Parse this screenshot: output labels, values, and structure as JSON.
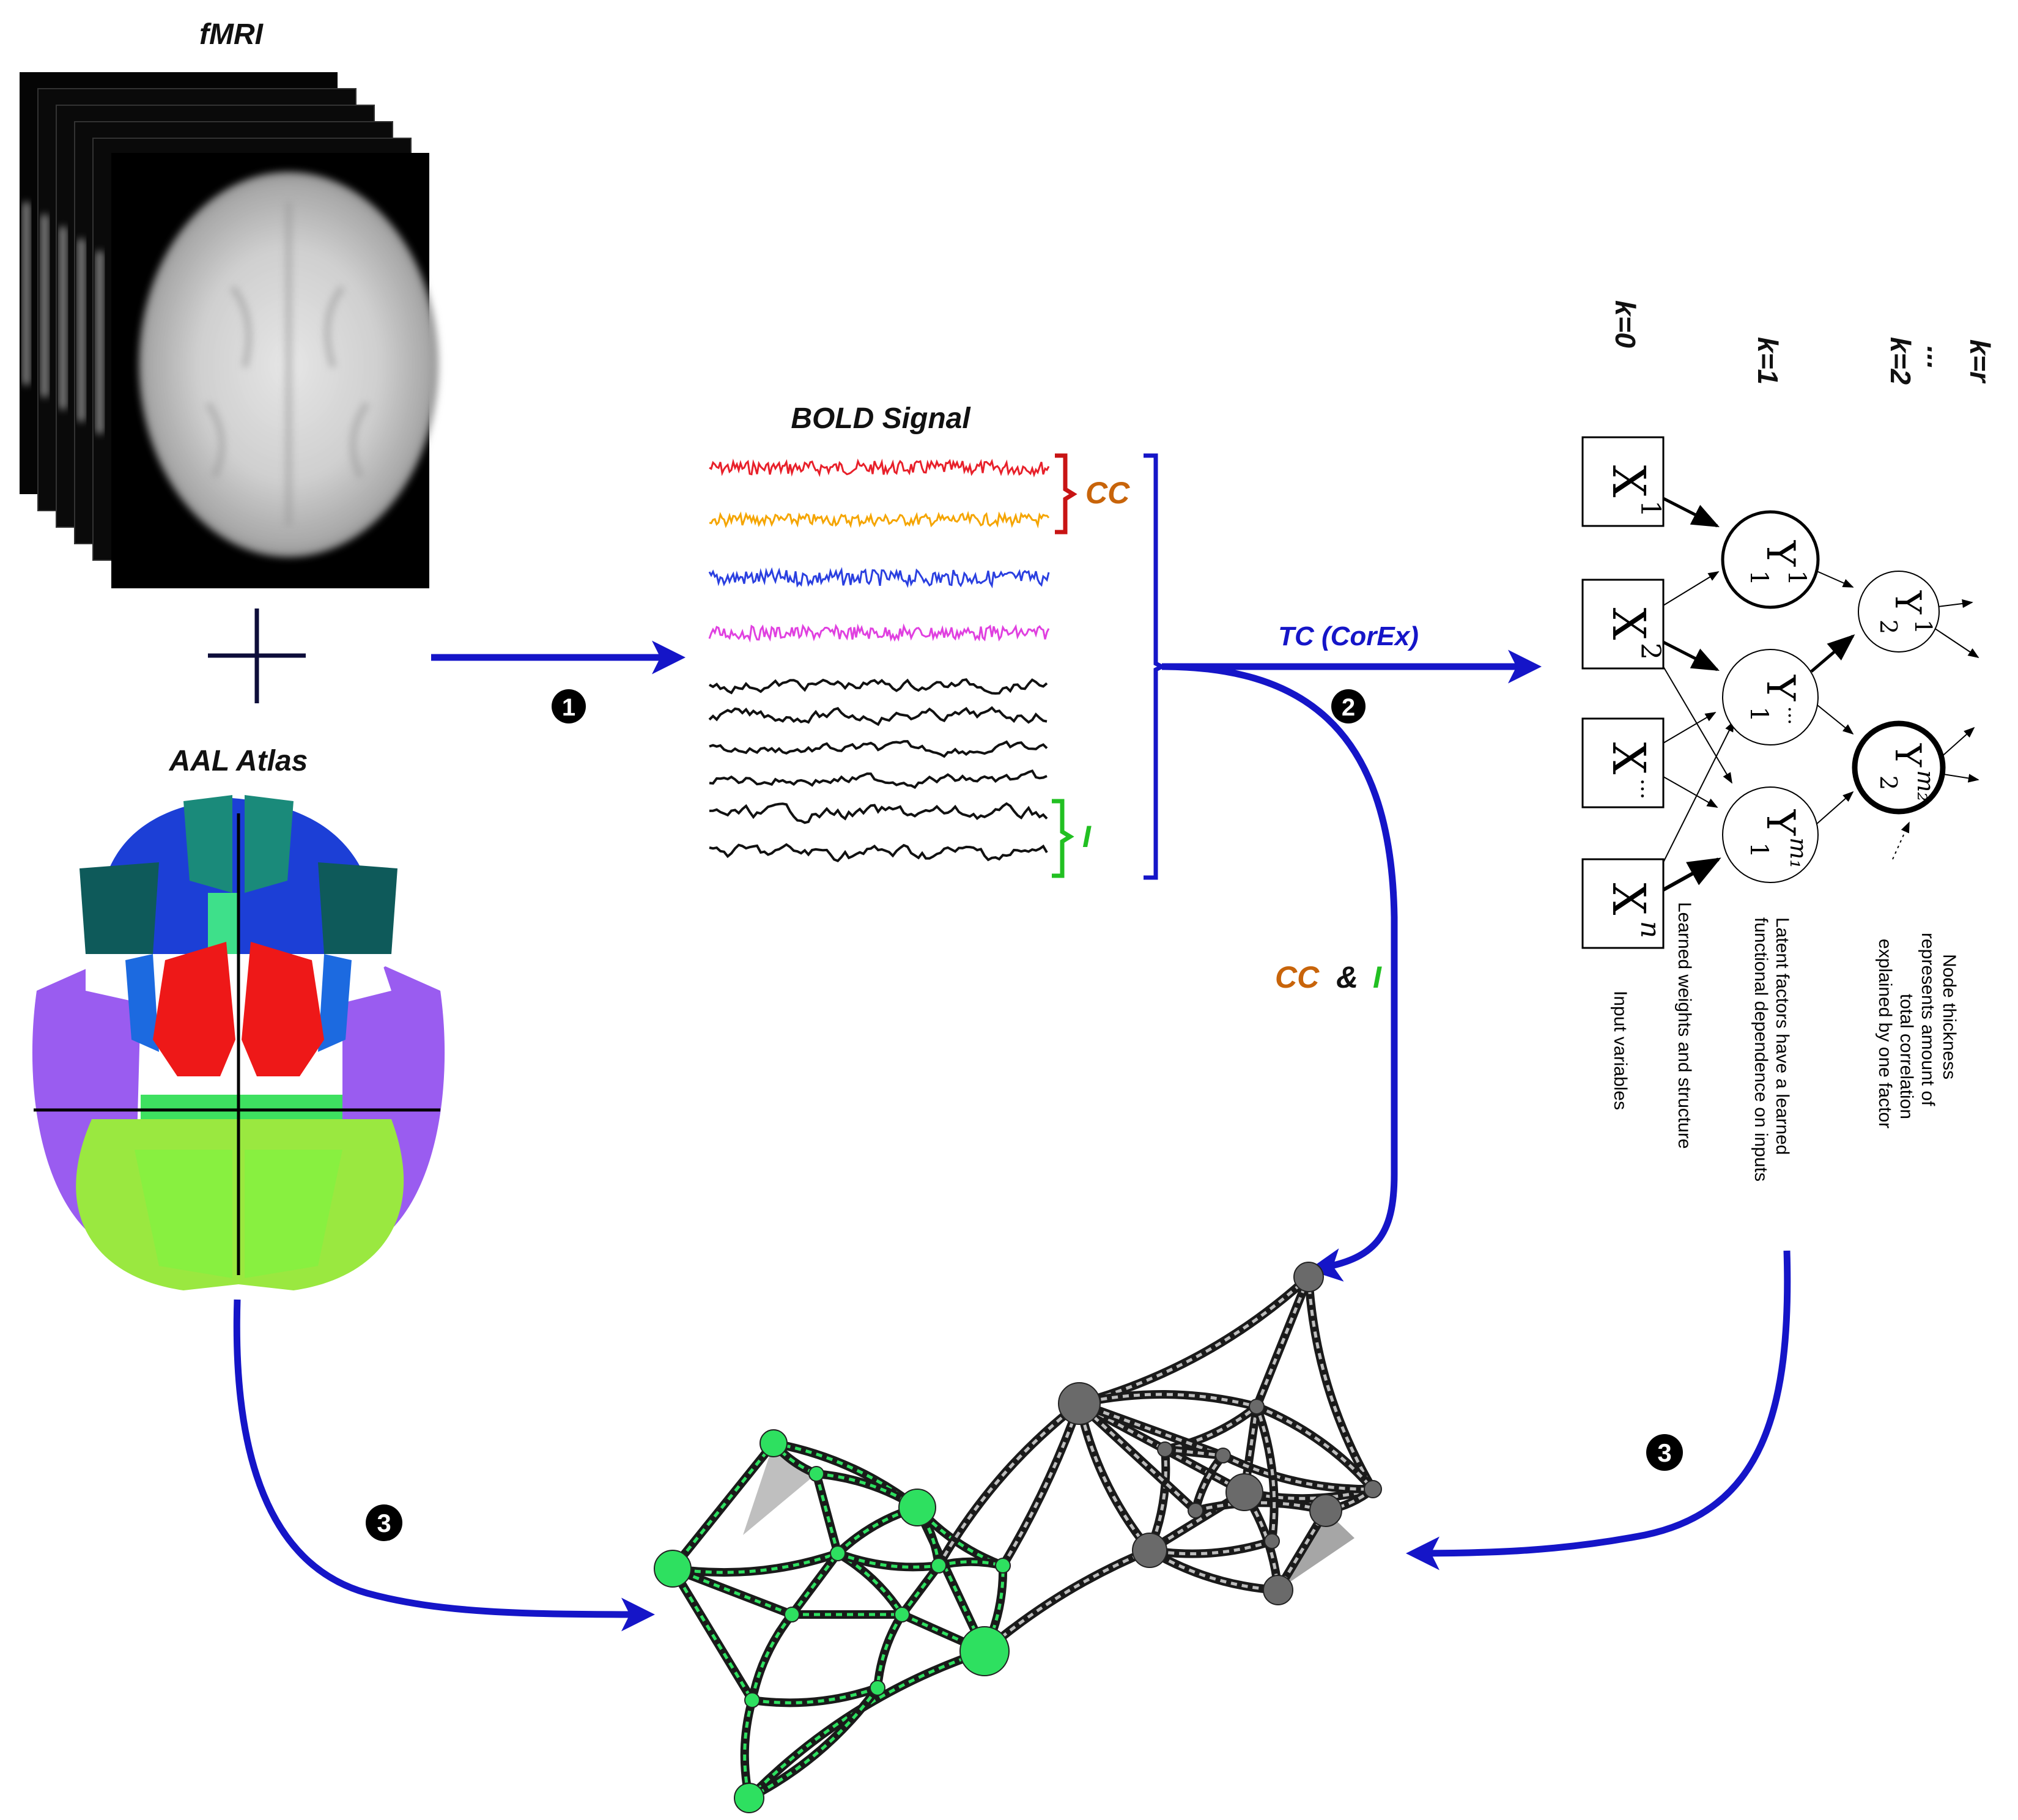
{
  "labels": {
    "fmri": "fMRI",
    "aal_atlas": "AAL Atlas",
    "bold_signal": "BOLD Signal",
    "cc": "CC",
    "i": "I",
    "tc_corex": "TC (CorEx)",
    "cc_and_i": {
      "cc": "CC",
      "amp": "&",
      "i": "I"
    }
  },
  "steps": {
    "one": "1",
    "two": "2",
    "three_left": "3",
    "three_right": "3"
  },
  "corex": {
    "layers": {
      "k0": "k=0",
      "k1": "k=1",
      "k2": "k=2",
      "dots": "...",
      "kr": "k=r"
    },
    "inputs": [
      {
        "base": "X",
        "sub": "1"
      },
      {
        "base": "X",
        "sub": "2"
      },
      {
        "base": "X",
        "sub": "..."
      },
      {
        "base": "X",
        "sub": "n"
      }
    ],
    "layer1": [
      {
        "base": "Y",
        "sup": "1",
        "sub": "1"
      },
      {
        "base": "Y",
        "sup": "1",
        "sub": "..."
      },
      {
        "base": "Y",
        "sup": "1",
        "sub": "m₁"
      }
    ],
    "layer2": [
      {
        "base": "Y",
        "sup": "2",
        "sub": "1"
      },
      {
        "base": "Y",
        "sup": "2",
        "sub": "m₂"
      }
    ],
    "notes": {
      "input_variables": "Input variables",
      "learned_weights": "Learned weights and structure",
      "latent_line1": "Latent factors have a learned",
      "latent_line2": "functional dependence on inputs",
      "node_line1": "Node thickness",
      "node_line2": "represents amount of",
      "node_line3": "total correlation",
      "node_line4": "explained by one factor"
    }
  },
  "colors": {
    "arrow_blue": "#1515c8",
    "cc_orange": "#c8640a",
    "i_green": "#22c022",
    "bracket_red": "#c81414",
    "bracket_blue": "#1515c8",
    "signal_red": "#e8202a",
    "signal_orange": "#f5a500",
    "signal_blue": "#2a3fe0",
    "signal_magenta": "#e040e0",
    "signal_black": "#111111",
    "net_green": "#2ee060",
    "net_gray": "#6a6a6a"
  }
}
